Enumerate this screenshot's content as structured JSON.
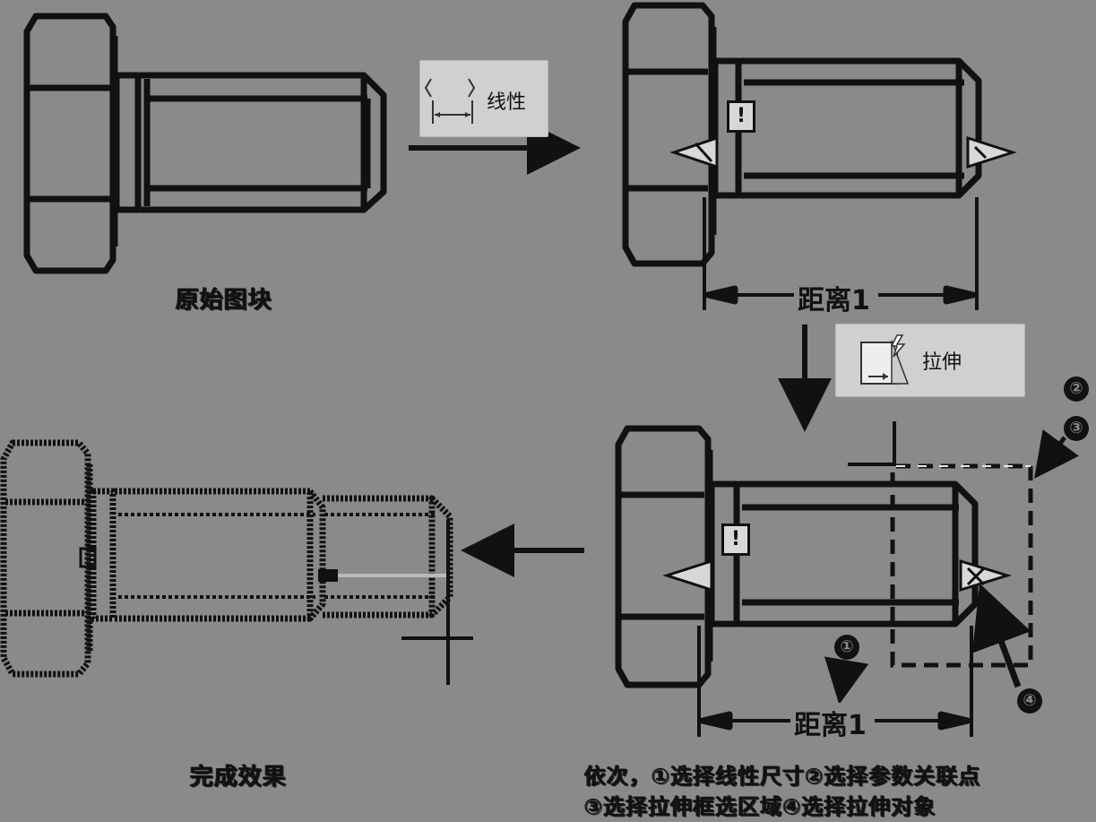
{
  "commands": {
    "linear": {
      "label": "线性",
      "icon": "linear-dimension-icon"
    },
    "stretch": {
      "label": "拉伸",
      "icon": "stretch-icon"
    }
  },
  "captions": {
    "original": "原始图块",
    "result": "完成效果",
    "instruction_line1": "依次，①选择线性尺寸②选择参数关联点",
    "instruction_line2": "③选择拉伸框选区域④选择拉伸对象"
  },
  "dimension_label": "距离1",
  "warning_glyph": "!",
  "markers": [
    "①",
    "②",
    "③",
    "④"
  ]
}
